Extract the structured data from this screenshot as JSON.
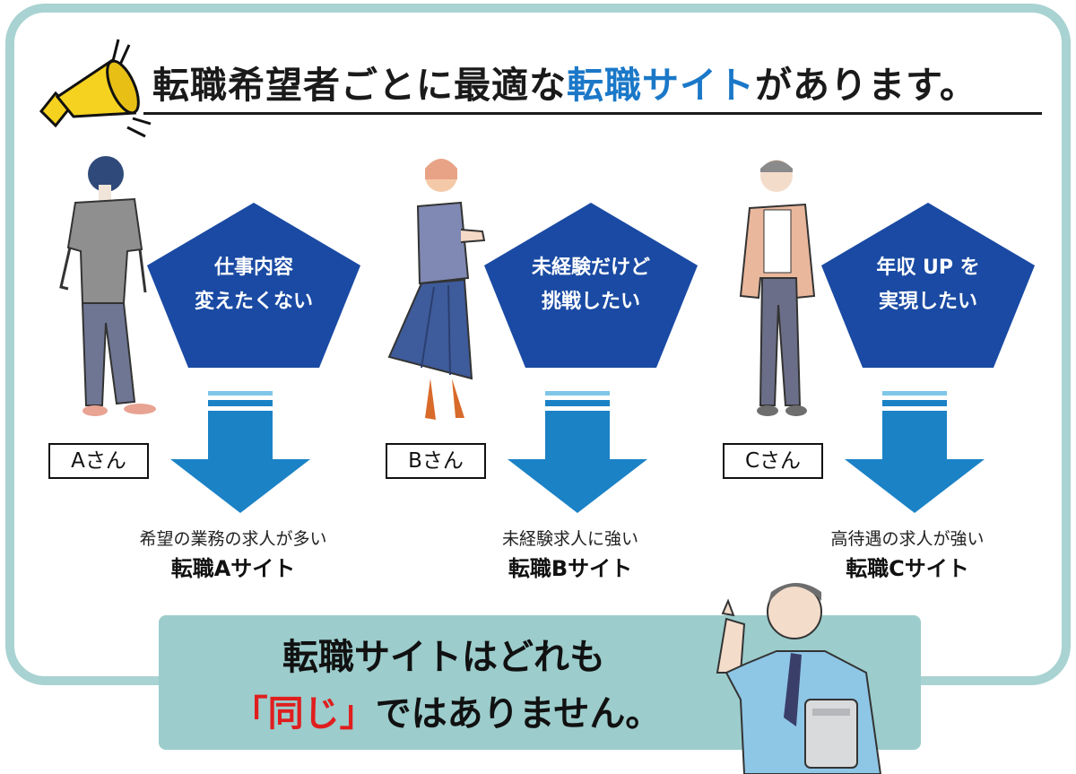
{
  "header": {
    "headline_pre": "転職希望者ごとに最適な",
    "headline_highlight": "転職サイト",
    "headline_post": "があります。"
  },
  "columns": [
    {
      "person_label": "Aさん",
      "wish_line1": "仕事内容",
      "wish_line2": "変えたくない",
      "site_desc": "希望の業務の求人が多い",
      "site_name": "転職Aサイト"
    },
    {
      "person_label": "Bさん",
      "wish_line1": "未経験だけど",
      "wish_line2": "挑戦したい",
      "site_desc": "未経験求人に強い",
      "site_name": "転職Bサイト"
    },
    {
      "person_label": "Cさん",
      "wish_line1": "年収 UP を",
      "wish_line2": "実現したい",
      "site_desc": "高待遇の求人が強い",
      "site_name": "転職Cサイト"
    }
  ],
  "banner": {
    "line1": "転職サイトはどれも",
    "line2_highlight": "「同じ」",
    "line2_rest": "ではありません。"
  },
  "colors": {
    "pentagon": "#1a4aa3",
    "arrow": "#1b82c6",
    "highlight_blue": "#1b78c8",
    "highlight_red": "#e01e1e",
    "frame": "#a9d2d2",
    "banner": "#9ccccc"
  },
  "icons": {
    "megaphone": "megaphone-icon"
  }
}
